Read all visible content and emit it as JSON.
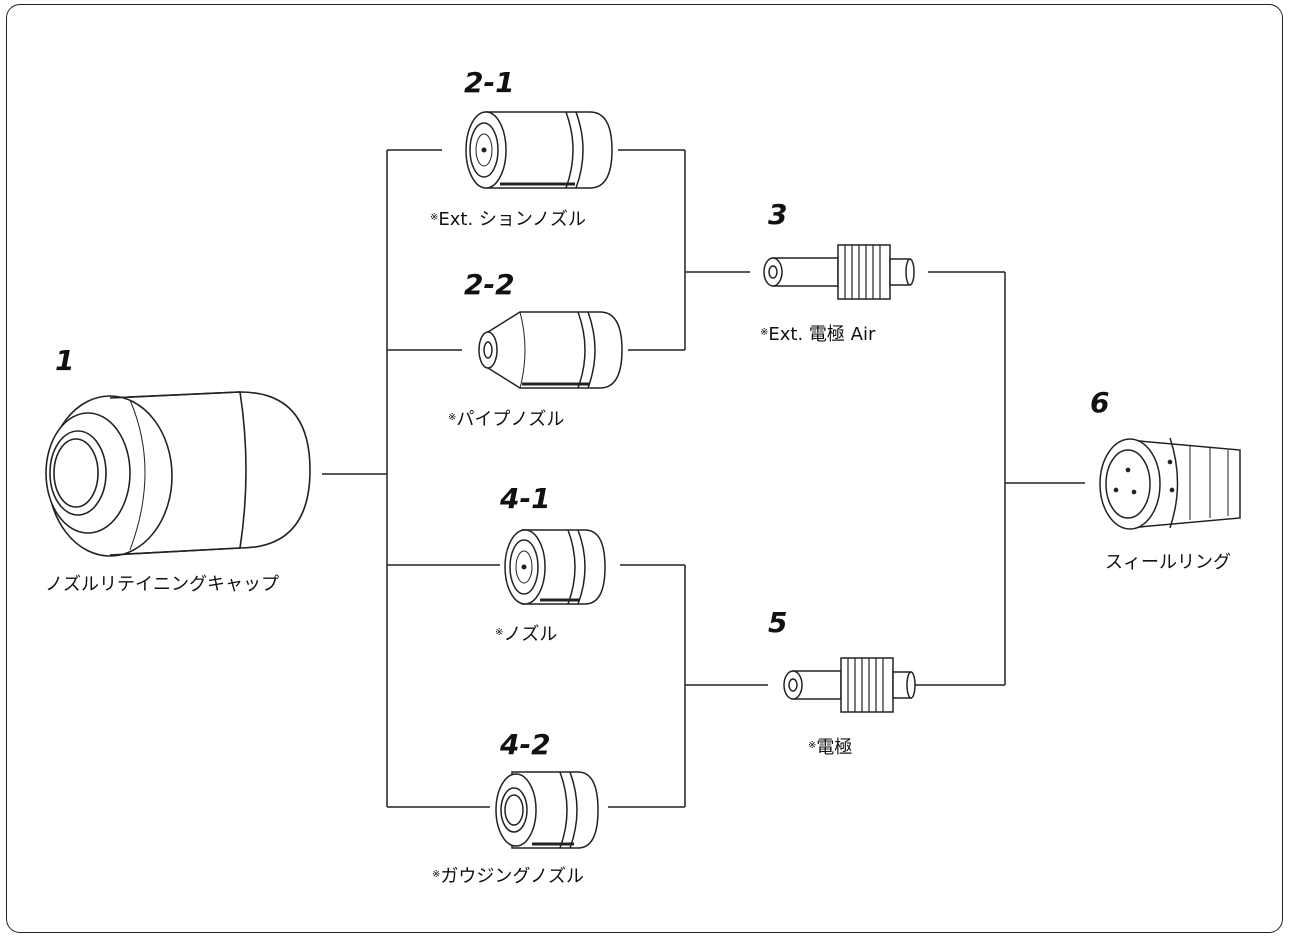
{
  "parts": {
    "p1": {
      "number": "1",
      "label": "ノズルリテイニングキャップ",
      "mark": ""
    },
    "p21": {
      "number": "2-1",
      "label": "Ext. ションノズル",
      "mark": "※"
    },
    "p22": {
      "number": "2-2",
      "label": "パイプノズル",
      "mark": "※"
    },
    "p3": {
      "number": "3",
      "label": "Ext. 電極 Air",
      "mark": "※"
    },
    "p41": {
      "number": "4-1",
      "label": "ノズル",
      "mark": "※"
    },
    "p42": {
      "number": "4-2",
      "label": "ガウジングノズル",
      "mark": "※"
    },
    "p5": {
      "number": "5",
      "label": "電極",
      "mark": "※"
    },
    "p6": {
      "number": "6",
      "label": "スィールリング",
      "mark": ""
    }
  },
  "colors": {
    "line": "#222222",
    "fill": "#ffffff"
  }
}
